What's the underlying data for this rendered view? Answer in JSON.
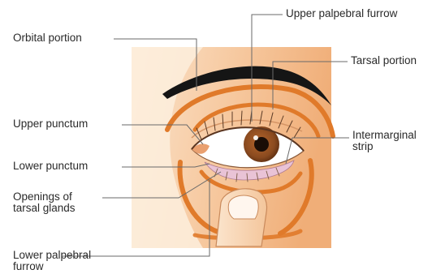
{
  "labels": {
    "orbital_portion": "Orbital portion",
    "upper_palpebral_furrow": "Upper palpebral furrow",
    "tarsal_portion": "Tarsal portion",
    "upper_punctum": "Upper punctum",
    "intermarginal_strip_1": "Intermarginal",
    "intermarginal_strip_2": "strip",
    "lower_punctum": "Lower punctum",
    "openings_tarsal_glands_1": "Openings of",
    "openings_tarsal_glands_2": "tarsal glands",
    "lower_palpebral_furrow_1": "Lower palpebral",
    "lower_palpebral_furrow_2": "furrow"
  },
  "colors": {
    "skin_light": "#fbe6cf",
    "skin_dark": "#f2b887",
    "muscle_orange": "#e07a2a",
    "brow": "#1a1a1a",
    "iris": "#8a4a1f",
    "pupil": "#1a0d06",
    "leader_line": "#6a6a6a",
    "lid_margin_pink": "#e9c3d6"
  }
}
